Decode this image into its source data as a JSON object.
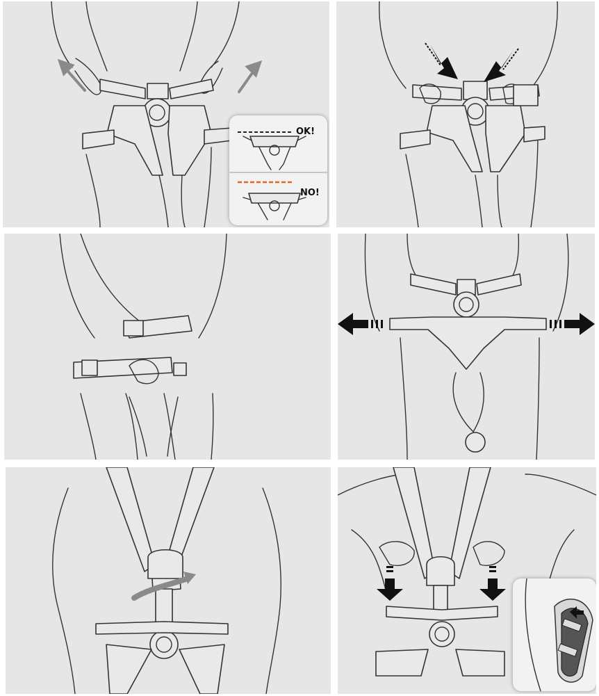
{
  "panels": [
    {
      "id": "step-1"
    },
    {
      "id": "step-2"
    },
    {
      "id": "step-3"
    },
    {
      "id": "step-4"
    },
    {
      "id": "step-5"
    },
    {
      "id": "step-6"
    }
  ],
  "inset_check": {
    "ok_label": "OK!",
    "no_label": "NO!",
    "ok_line_color": "#222222",
    "no_line_color": "#e0662a"
  },
  "colors": {
    "panel_bg": "#e6e6e6",
    "line": "#333333",
    "guide_arrow": "#8a8a8a",
    "direction_arrow": "#111111"
  },
  "icons": [
    "pull-arrow-icon",
    "push-arrow-icon",
    "stretch-arrow-icon",
    "rotate-arrow-icon",
    "down-arrow-icon"
  ]
}
